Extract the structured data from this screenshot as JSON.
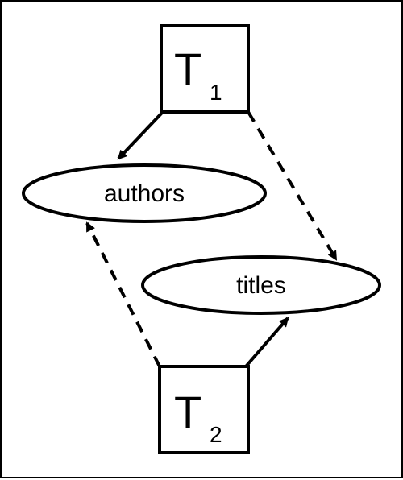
{
  "nodes": {
    "t1": {
      "main": "T",
      "sub": "1"
    },
    "t2": {
      "main": "T",
      "sub": "2"
    },
    "authors": {
      "label": "authors"
    },
    "titles": {
      "label": "titles"
    }
  },
  "edges": [
    {
      "from": "T1",
      "to": "authors",
      "style": "solid"
    },
    {
      "from": "T1",
      "to": "titles",
      "style": "dashed"
    },
    {
      "from": "T2",
      "to": "authors",
      "style": "dashed"
    },
    {
      "from": "T2",
      "to": "titles",
      "style": "solid"
    }
  ]
}
